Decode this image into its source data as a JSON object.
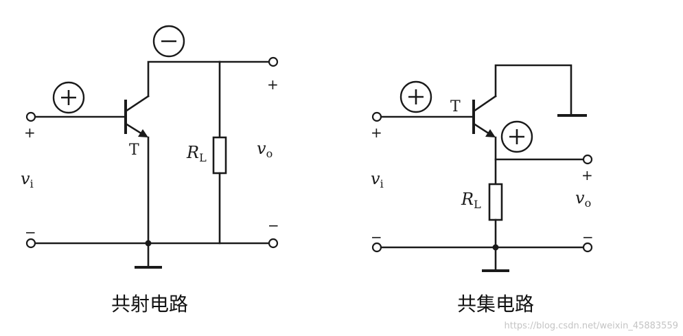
{
  "diagrams": [
    {
      "caption": "共射电路",
      "transistor_label": "T",
      "load": {
        "symbol": "R",
        "subscript": "L"
      },
      "input": {
        "symbol": "v",
        "subscript": "i",
        "plus": "+",
        "minus": "−"
      },
      "output": {
        "symbol": "v",
        "subscript": "o",
        "plus": "+",
        "minus": "−"
      },
      "input_polarity": "+",
      "output_polarity": "−"
    },
    {
      "caption": "共集电路",
      "transistor_label": "T",
      "load": {
        "symbol": "R",
        "subscript": "L"
      },
      "input": {
        "symbol": "v",
        "subscript": "i",
        "plus": "+",
        "minus": "−"
      },
      "output": {
        "symbol": "v",
        "subscript": "o",
        "plus": "+",
        "minus": "−"
      },
      "input_polarity": "+",
      "output_polarity": "+"
    }
  ],
  "watermark": "https://blog.csdn.net/weixin_45883559",
  "colors": {
    "ink": "#1a1a1a",
    "background": "#ffffff",
    "watermark": "#c4c4c4"
  }
}
